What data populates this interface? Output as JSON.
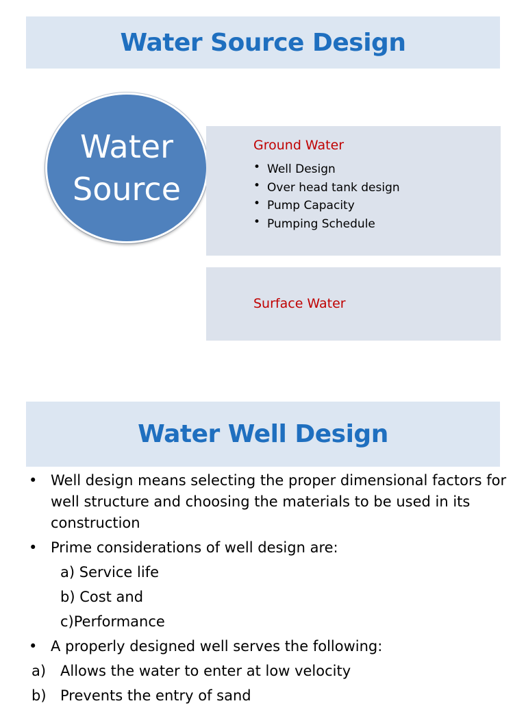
{
  "slide1": {
    "title": "Water Source Design",
    "circle_lines": [
      "Water",
      "Source"
    ],
    "ground_water": {
      "title": "Ground Water",
      "items": [
        "Well Design",
        "Over head tank design",
        "Pump Capacity",
        "Pumping Schedule"
      ]
    },
    "surface_water": {
      "title": "Surface Water"
    }
  },
  "slide2": {
    "title": "Water Well Design",
    "bullets": [
      "Well design means selecting the proper dimensional factors for well structure and choosing the materials to be used in its construction",
      "Prime considerations of well design are:",
      "A properly designed well serves the following:"
    ],
    "considerations": [
      "a) Service life",
      "b) Cost and",
      "c)Performance"
    ],
    "serves": [
      {
        "marker": "a)",
        "text": "Allows the water to enter at low velocity"
      },
      {
        "marker": "b)",
        "text": "Prevents  the entry of sand"
      }
    ]
  },
  "colors": {
    "banner_bg": "#dce6f2",
    "title_blue": "#1f6fbf",
    "circle_blue": "#4f81bd",
    "box_bg": "#dce2ec",
    "accent_red": "#c00000"
  }
}
